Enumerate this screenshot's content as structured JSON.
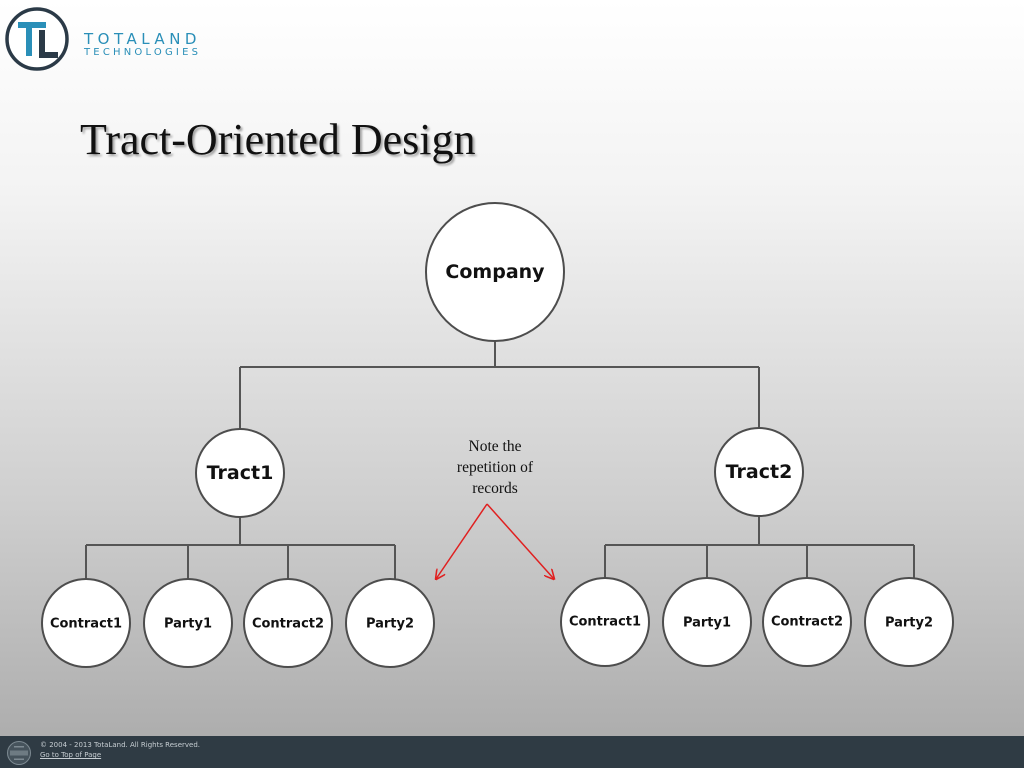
{
  "brand": {
    "name": "TOTALAND",
    "subtitle": "TECHNOLOGIES",
    "color": "#2a8fb8",
    "logo_icon": "tl-monogram-icon"
  },
  "slide": {
    "title": "Tract-Oriented Design"
  },
  "diagram": {
    "root": "Company",
    "branches": [
      {
        "label": "Tract1",
        "children": [
          "Contract1",
          "Party1",
          "Contract2",
          "Party2"
        ]
      },
      {
        "label": "Tract2",
        "children": [
          "Contract1",
          "Party1",
          "Contract2",
          "Party2"
        ]
      }
    ],
    "note": {
      "lines": [
        "Note the",
        "repetition of",
        "records"
      ],
      "arrow_color": "#e02020"
    }
  },
  "footer": {
    "copyright": "© 2004 - 2013 TotaLand. All Rights Reserved.",
    "link": "Go to Top of Page",
    "badge_icon": "certified-badge-icon"
  }
}
